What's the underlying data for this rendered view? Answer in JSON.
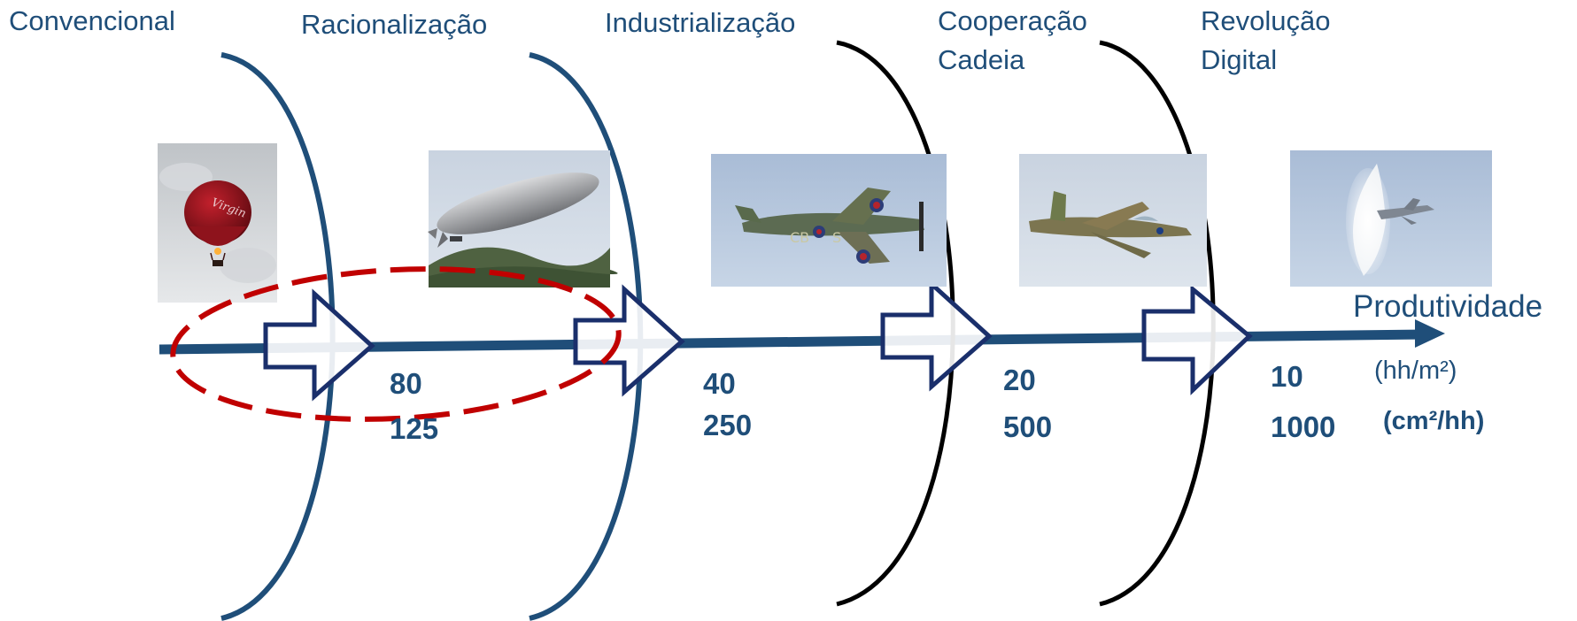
{
  "stages": [
    {
      "label": "Convencional",
      "image": "hot-air-balloon"
    },
    {
      "label": "Racionalização",
      "image": "zeppelin-airship"
    },
    {
      "label": "Industrialização",
      "image": "spitfire-plane"
    },
    {
      "label": "Cooperação\nCadeia",
      "image": "jet-trainer-plane"
    },
    {
      "label": "Revolução\nDigital",
      "image": "supersonic-jet"
    }
  ],
  "values": [
    {
      "top": "80",
      "bottom": "125"
    },
    {
      "top": "40",
      "bottom": "250"
    },
    {
      "top": "20",
      "bottom": "500"
    },
    {
      "top": "10",
      "bottom": "1000"
    }
  ],
  "axis": {
    "title": "Produtividade",
    "unit_top": "(hh/m²)",
    "unit_bottom": "(cm²/hh)"
  },
  "colors": {
    "blue": "#1f4e79",
    "navy": "#1a2f6b",
    "black": "#000000",
    "highlight": "#c00000"
  }
}
